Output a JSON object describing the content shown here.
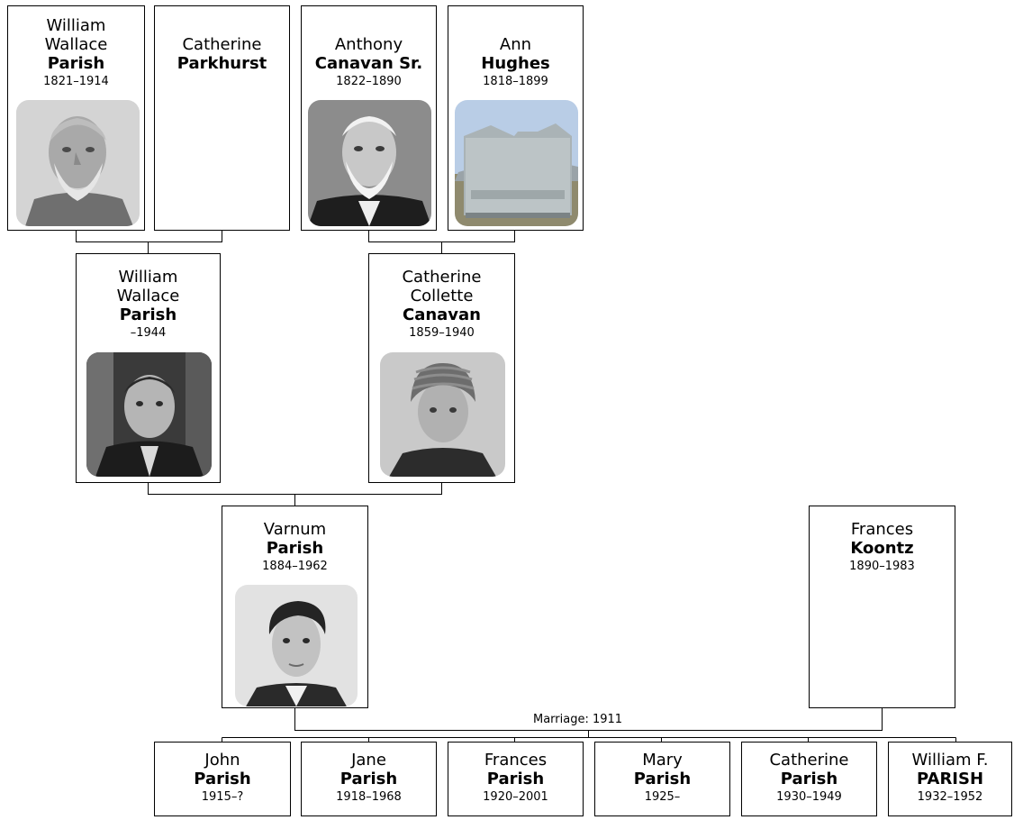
{
  "generation1": [
    {
      "id": "p_wwp_sr",
      "given": "William\nWallace",
      "surname": "Parish",
      "dates": "1821–1914",
      "photo": "elderly-bearded-man-photo"
    },
    {
      "id": "p_cp",
      "given": "Catherine",
      "surname": "Parkhurst",
      "dates": "",
      "photo": null
    },
    {
      "id": "p_acs",
      "given": "Anthony",
      "surname": "Canavan Sr.",
      "dates": "1822–1890",
      "photo": "older-man-white-beard-photo"
    },
    {
      "id": "p_ah",
      "given": "Ann",
      "surname": "Hughes",
      "dates": "1818–1899",
      "photo": "gravestone-photo"
    }
  ],
  "generation2": [
    {
      "id": "p_wwp_jr",
      "given": "William\nWallace",
      "surname": "Parish",
      "dates": "–1944",
      "photo": "man-in-suit-photo"
    },
    {
      "id": "p_ccc",
      "given": "Catherine\nCollette",
      "surname": "Canavan",
      "dates": "1859–1940",
      "photo": "woman-in-knit-hat-photo"
    }
  ],
  "generation3": [
    {
      "id": "p_vp",
      "given": "Varnum",
      "surname": "Parish",
      "dates": "1884–1962",
      "photo": "young-man-portrait-photo"
    },
    {
      "id": "p_fk",
      "given": "Frances",
      "surname": "Koontz",
      "dates": "1890–1983",
      "photo": null
    }
  ],
  "marriage_label": "Marriage: 1911",
  "children": [
    {
      "id": "c_john",
      "given": "John",
      "surname": "Parish",
      "dates": "1915–?"
    },
    {
      "id": "c_jane",
      "given": "Jane",
      "surname": "Parish",
      "dates": "1918–1968"
    },
    {
      "id": "c_frances",
      "given": "Frances",
      "surname": "Parish",
      "dates": "1920–2001"
    },
    {
      "id": "c_mary",
      "given": "Mary",
      "surname": "Parish",
      "dates": "1925–"
    },
    {
      "id": "c_catherine",
      "given": "Catherine",
      "surname": "Parish",
      "dates": "1930–1949"
    },
    {
      "id": "c_william",
      "given": "William F.",
      "surname": "PARISH",
      "dates": "1932–1952"
    }
  ]
}
